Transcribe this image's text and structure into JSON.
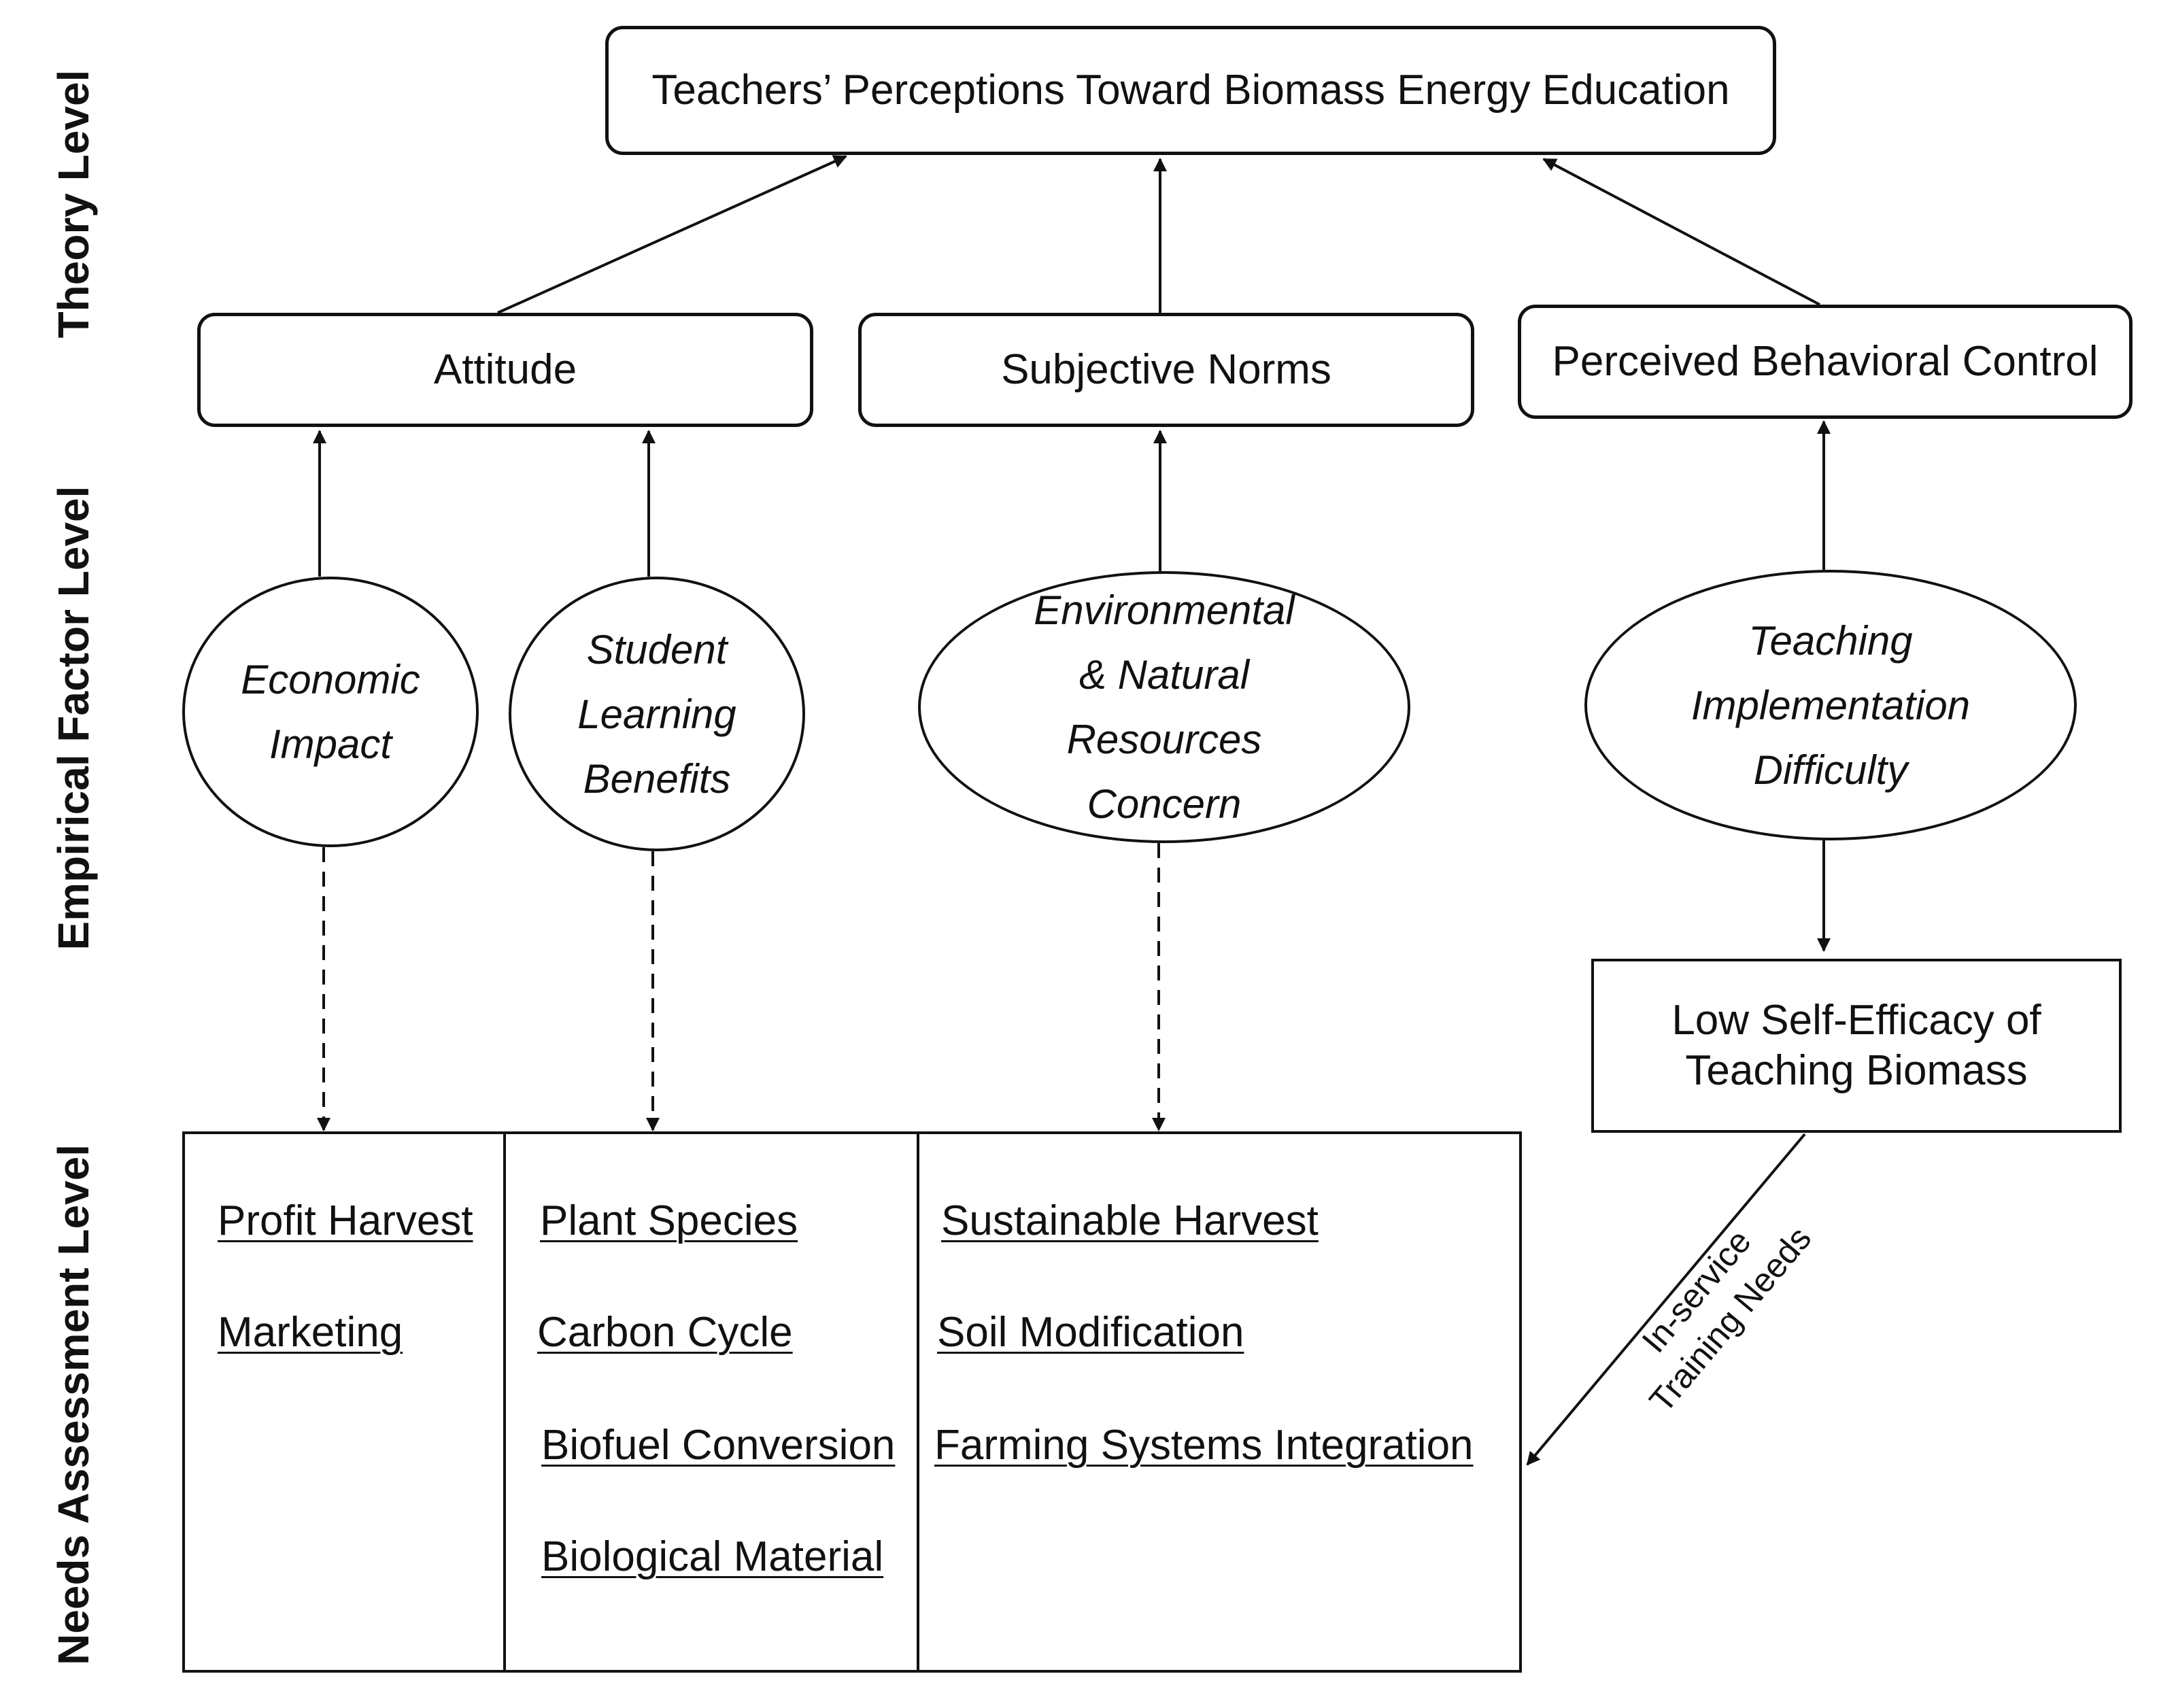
{
  "levels": {
    "theory": "Theory Level",
    "empirical": "Empirical Factor Level",
    "needs": "Needs Assessment Level"
  },
  "theory": {
    "top_box": "Teachers’ Perceptions Toward Biomass Energy Education",
    "attitude": "Attitude",
    "subjective_norms": "Subjective Norms",
    "perceived_control": "Perceived Behavioral Control"
  },
  "factors": {
    "economic_impact": "Economic Impact",
    "student_learning": "Student Learning Benefits",
    "environmental": "Environmental & Natural Resources Concern",
    "teaching_difficulty": "Teaching Implementation Difficulty"
  },
  "self_efficacy": "Low Self-Efficacy of Teaching Biomass",
  "training_label": {
    "line1": "In-service",
    "line2": "Training Needs"
  },
  "needs": {
    "economic": [
      "Profit Harvest",
      "Marketing"
    ],
    "learning": [
      "Plant Species",
      "Carbon Cycle",
      "Biofuel Conversion",
      "Biological Material"
    ],
    "environmental": [
      "Sustainable Harvest",
      "Soil Modification",
      "Farming Systems Integration"
    ]
  }
}
